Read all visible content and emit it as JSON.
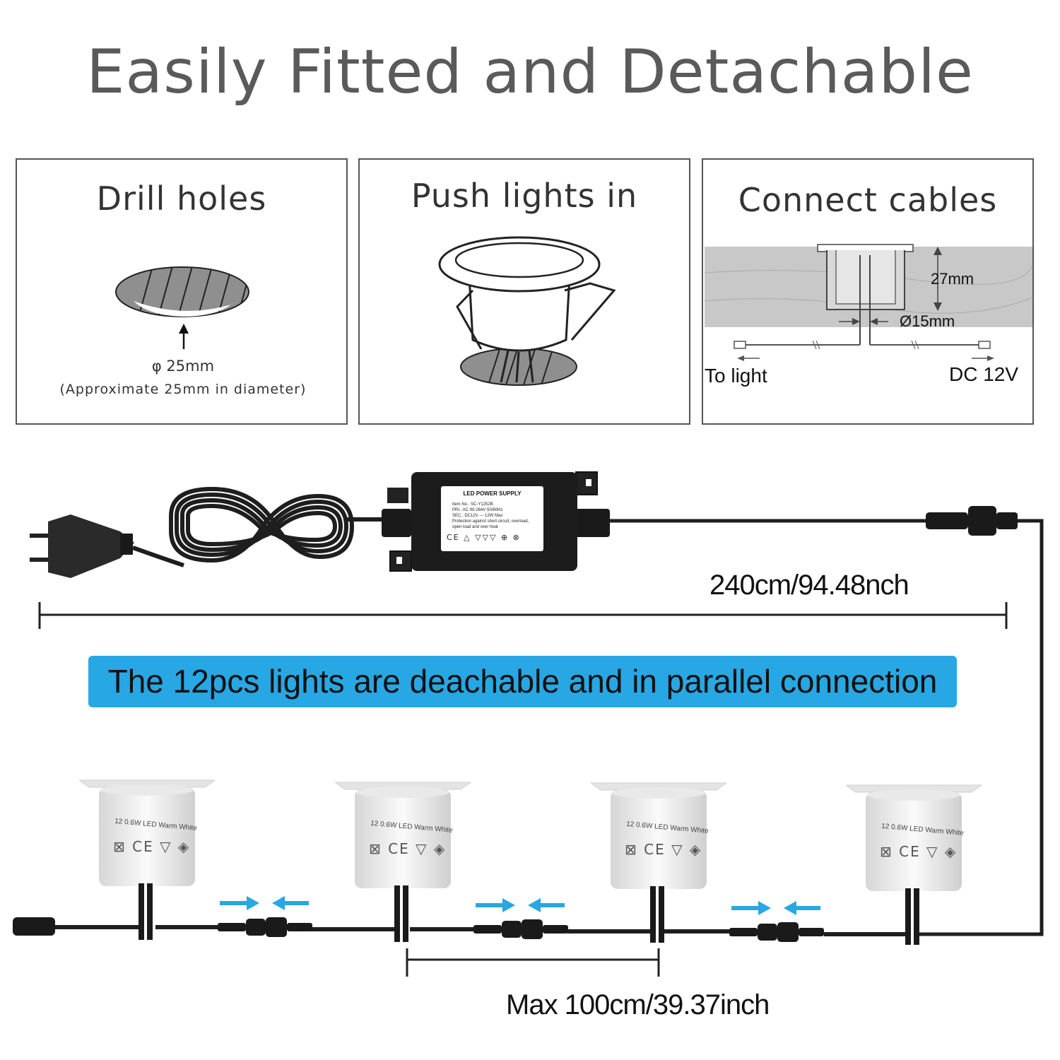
{
  "title": "Easily Fitted and Detachable",
  "panels": [
    {
      "title": "Drill holes",
      "hole_label": "φ 25mm",
      "note": "(Approximate  25mm  in diameter)"
    },
    {
      "title": "Push lights in"
    },
    {
      "title": "Connect cables",
      "depth_label": "27mm",
      "hole_label": "Ø15mm",
      "left_label": "To light",
      "right_label": "DC 12V"
    }
  ],
  "power_supply": {
    "label_title": "LED POWER SUPPLY",
    "label_lines": [
      "Item No.: SC-Y1252B",
      "PRI.: AC 90-264V  50/60Hz",
      "SEC.: DC12V  ---  12W Max",
      "Protection against short circuit, overload,",
      "open load and over heat"
    ]
  },
  "main_cable_length": "240cm/94.48nch",
  "banner_text": "The 12pcs lights are deachable and in parallel connection",
  "light_label": "12 0.6W LED Warm White",
  "spacing_label": "Max 100cm/39.37inch",
  "colors": {
    "banner": "#27a7e3",
    "arrows": "#27a7e3",
    "title": "#5a5a5a"
  }
}
